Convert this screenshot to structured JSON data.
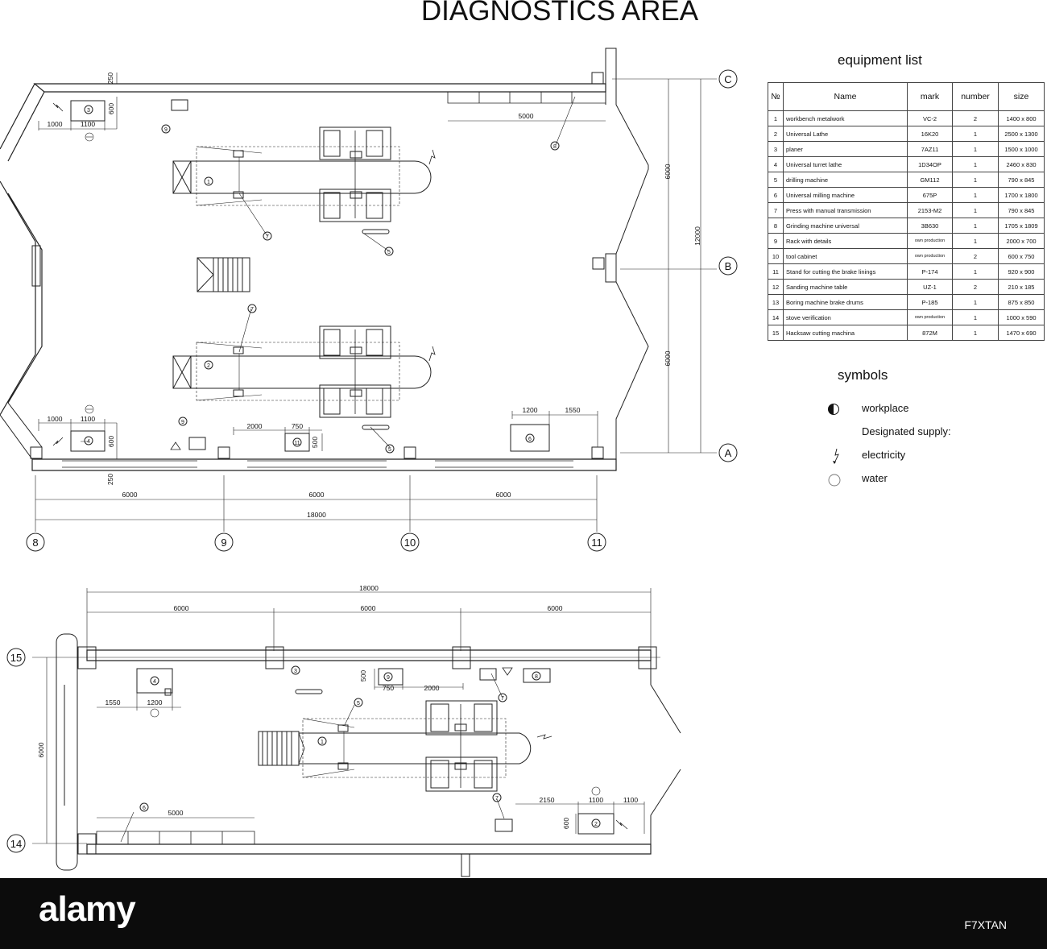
{
  "title": "DIAGNOSTICS AREA",
  "equipment_heading": "equipment list",
  "table": {
    "headers": [
      "№",
      "Name",
      "mark",
      "number",
      "size"
    ],
    "rows": [
      [
        "1",
        "workbench metalwork",
        "VC-2",
        "2",
        "1400 x 800"
      ],
      [
        "2",
        "Universal Lathe",
        "16K20",
        "1",
        "2500 x 1300"
      ],
      [
        "3",
        "planer",
        "7AZ11",
        "1",
        "1500 x 1000"
      ],
      [
        "4",
        "Universal turret lathe",
        "1D34OP",
        "1",
        "2460 x 830"
      ],
      [
        "5",
        "drilling machine",
        "GM112",
        "1",
        "790 x 845"
      ],
      [
        "6",
        "Universal milling machine",
        "675P",
        "1",
        "1700 x 1800"
      ],
      [
        "7",
        "Press with manual transmission",
        "2153-M2",
        "1",
        "790 x 845"
      ],
      [
        "8",
        "Grinding machine universal",
        "3B630",
        "1",
        "1705 x 1809"
      ],
      [
        "9",
        "Rack with details",
        "own production",
        "1",
        "2000 x 700"
      ],
      [
        "10",
        "tool cabinet",
        "own production",
        "2",
        "600 x 750"
      ],
      [
        "11",
        "Stand for cutting the brake linings",
        "P-174",
        "1",
        "920 x 900"
      ],
      [
        "12",
        "Sanding machine table",
        "UZ-1",
        "2",
        "210 x 185"
      ],
      [
        "13",
        "Boring machine brake drums",
        "P-185",
        "1",
        "875 x 850"
      ],
      [
        "14",
        "stove verification",
        "own production",
        "1",
        "1000 x 590"
      ],
      [
        "15",
        "Hacksaw cutting machina",
        "872M",
        "1",
        "1470 x 690"
      ]
    ]
  },
  "symbols": {
    "heading": "symbols",
    "workplace": "workplace",
    "supply": "Designated supply:",
    "electricity": "electricity",
    "water": "water"
  },
  "plan1": {
    "axes": {
      "c": "C",
      "b": "B",
      "a": "A",
      "ax8": "8",
      "ax9": "9",
      "ax10": "10",
      "ax11": "11"
    },
    "dims": {
      "d250_top": "250",
      "d250_bot": "250",
      "d600_3": "600",
      "d1000_3": "1000",
      "d1100_3": "1100",
      "d600_4": "600",
      "d1000_4": "1000",
      "d1100_4": "1100",
      "d5000": "5000",
      "d6000_v1": "6000",
      "d6000_v2": "6000",
      "d12000": "12000",
      "d2000": "2000",
      "d750": "750",
      "d500": "500",
      "d1200": "1200",
      "d1550": "1550",
      "d6000_h1": "6000",
      "d6000_h2": "6000",
      "d6000_h3": "6000",
      "d18000": "18000"
    },
    "marks": {
      "m3": "3",
      "m9a": "9",
      "m1": "1",
      "m7a": "7",
      "m8": "8",
      "m5a": "5",
      "m7b": "7",
      "m2": "2",
      "m4": "4",
      "m9b": "9",
      "m11": "11",
      "m5b": "5",
      "m6": "6"
    }
  },
  "plan2": {
    "axes": {
      "ax15": "15",
      "ax14": "14"
    },
    "dims": {
      "d18000": "18000",
      "d6000_1": "6000",
      "d6000_2": "6000",
      "d6000_3": "6000",
      "d6000_v": "6000",
      "d1550": "1550",
      "d1200": "1200",
      "d500": "500",
      "d750": "750",
      "d2000": "2000",
      "d5000": "5000",
      "d2150": "2150",
      "d1100a": "1100",
      "d1100b": "1100",
      "d600": "600"
    },
    "marks": {
      "m4": "4",
      "m3": "3",
      "m9": "9",
      "m8": "8",
      "m7a": "7",
      "m5": "5",
      "m1": "1",
      "m6": "6",
      "m7b": "7",
      "m2": "2"
    }
  },
  "footer": {
    "logo": "alamy",
    "code": "F7XTAN"
  }
}
